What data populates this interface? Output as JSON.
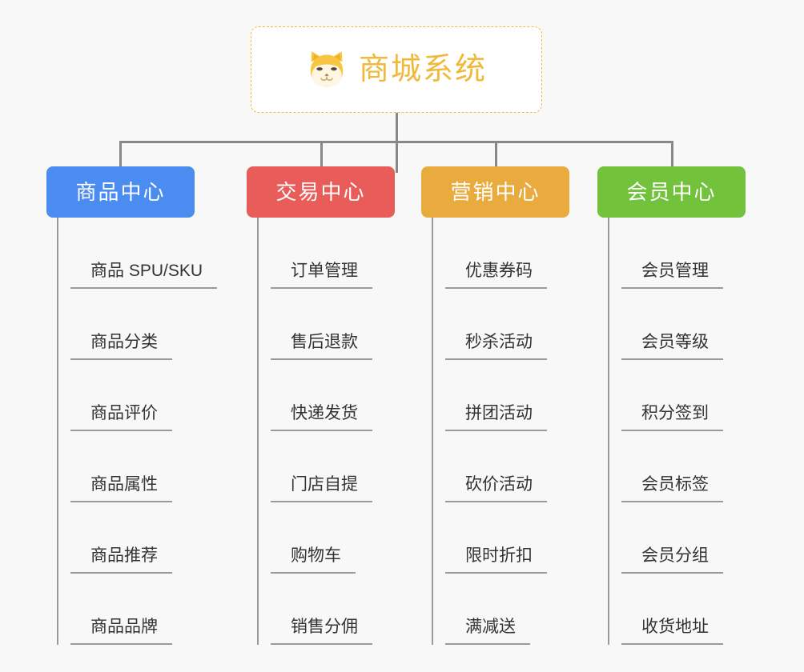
{
  "page": {
    "background_color": "#f8f8f8",
    "type": "mindmap"
  },
  "root": {
    "title": "商城系统",
    "icon": "shiba-dog-face-icon",
    "border_color": "#f0b93c",
    "text_color": "#f0b93c",
    "background_color": "#ffffff"
  },
  "connector": {
    "color": "#888888"
  },
  "branches": [
    {
      "label": "商品中心",
      "color": "#4a8cf0",
      "items": [
        "商品 SPU/SKU",
        "商品分类",
        "商品评价",
        "商品属性",
        "商品推荐",
        "商品品牌"
      ]
    },
    {
      "label": "交易中心",
      "color": "#e85d5a",
      "items": [
        "订单管理",
        "售后退款",
        "快递发货",
        "门店自提",
        "购物车",
        "销售分佣"
      ]
    },
    {
      "label": "营销中心",
      "color": "#e9ab3e",
      "items": [
        "优惠券码",
        "秒杀活动",
        "拼团活动",
        "砍价活动",
        "限时折扣",
        "满减送"
      ]
    },
    {
      "label": "会员中心",
      "color": "#73c23c",
      "items": [
        "会员管理",
        "会员等级",
        "积分签到",
        "会员标签",
        "会员分组",
        "收货地址"
      ]
    }
  ]
}
